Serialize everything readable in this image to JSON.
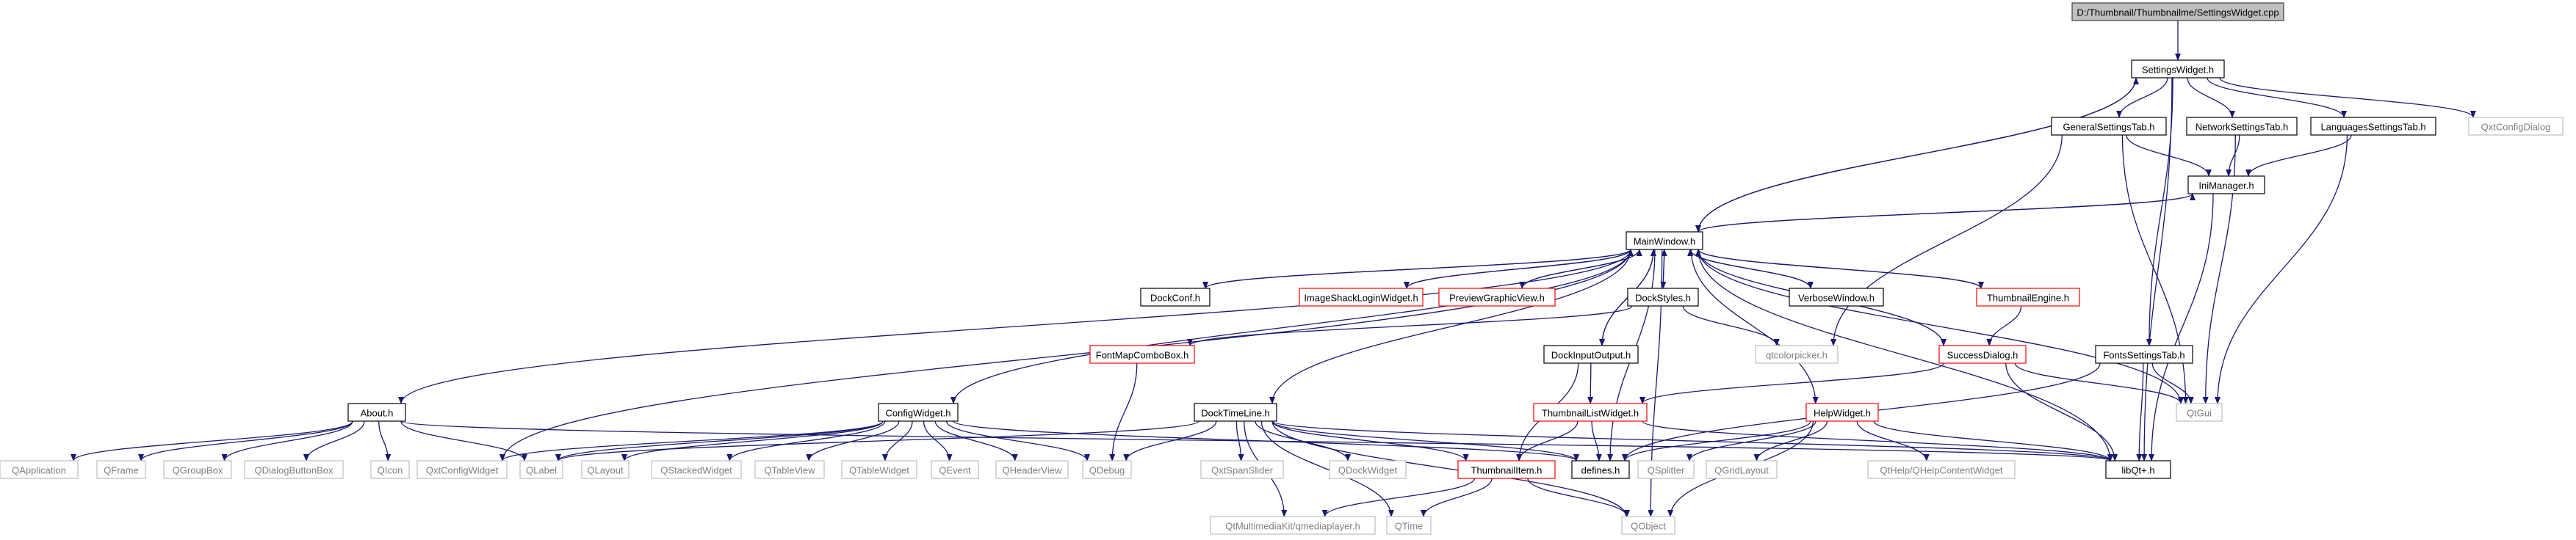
{
  "nodes": [
    {
      "id": "root",
      "label": "D:/Thumbnail/Thumbnailme/SettingsWidget.cpp",
      "style": "root"
    },
    {
      "id": "settingswidget",
      "label": "SettingsWidget.h",
      "style": "normal"
    },
    {
      "id": "generaltab",
      "label": "GeneralSettingsTab.h",
      "style": "normal"
    },
    {
      "id": "networktab",
      "label": "NetworkSettingsTab.h",
      "style": "normal"
    },
    {
      "id": "languagestab",
      "label": "LanguagesSettingsTab.h",
      "style": "normal"
    },
    {
      "id": "qxtconfigdialog",
      "label": "QxtConfigDialog",
      "style": "external"
    },
    {
      "id": "inimanager",
      "label": "IniManager.h",
      "style": "normal"
    },
    {
      "id": "mainwindow",
      "label": "MainWindow.h",
      "style": "normal"
    },
    {
      "id": "dockconf",
      "label": "DockConf.h",
      "style": "normal"
    },
    {
      "id": "imageshack",
      "label": "ImageShackLoginWidget.h",
      "style": "truncated"
    },
    {
      "id": "previewgraphic",
      "label": "PreviewGraphicView.h",
      "style": "truncated"
    },
    {
      "id": "dockstyles",
      "label": "DockStyles.h",
      "style": "normal"
    },
    {
      "id": "verbosewindow",
      "label": "VerboseWindow.h",
      "style": "normal"
    },
    {
      "id": "thumbnailengine",
      "label": "ThumbnailEngine.h",
      "style": "truncated"
    },
    {
      "id": "fontmapcombo",
      "label": "FontMapComboBox.h",
      "style": "truncated"
    },
    {
      "id": "qtcolorpicker",
      "label": "qtcolorpicker.h",
      "style": "external"
    },
    {
      "id": "successdialog",
      "label": "SuccessDialog.h",
      "style": "truncated"
    },
    {
      "id": "fontssettingstab",
      "label": "FontsSettingsTab.h",
      "style": "normal"
    },
    {
      "id": "dockinputoutput",
      "label": "DockInputOutput.h",
      "style": "normal"
    },
    {
      "id": "about",
      "label": "About.h",
      "style": "normal"
    },
    {
      "id": "configwidget",
      "label": "ConfigWidget.h",
      "style": "normal"
    },
    {
      "id": "docktimeline",
      "label": "DockTimeLine.h",
      "style": "normal"
    },
    {
      "id": "thumbnaillistwidget",
      "label": "ThumbnailListWidget.h",
      "style": "truncated"
    },
    {
      "id": "helpwidget",
      "label": "HelpWidget.h",
      "style": "truncated"
    },
    {
      "id": "qtgui",
      "label": "QtGui",
      "style": "external"
    },
    {
      "id": "qapplication",
      "label": "QApplication",
      "style": "external"
    },
    {
      "id": "qframe",
      "label": "QFrame",
      "style": "external"
    },
    {
      "id": "qgroupbox",
      "label": "QGroupBox",
      "style": "external"
    },
    {
      "id": "qdialogbuttonbox",
      "label": "QDialogButtonBox",
      "style": "external"
    },
    {
      "id": "qicon",
      "label": "QIcon",
      "style": "external"
    },
    {
      "id": "qxtconfigwidget",
      "label": "QxtConfigWidget",
      "style": "external"
    },
    {
      "id": "qlabel",
      "label": "QLabel",
      "style": "external"
    },
    {
      "id": "qlayout",
      "label": "QLayout",
      "style": "external"
    },
    {
      "id": "qstackedwidget",
      "label": "QStackedWidget",
      "style": "external"
    },
    {
      "id": "qtableview",
      "label": "QTableView",
      "style": "external"
    },
    {
      "id": "qtablewidget",
      "label": "QTableWidget",
      "style": "external"
    },
    {
      "id": "qevent",
      "label": "QEvent",
      "style": "external"
    },
    {
      "id": "qheaderview",
      "label": "QHeaderView",
      "style": "external"
    },
    {
      "id": "qdebug",
      "label": "QDebug",
      "style": "external"
    },
    {
      "id": "qxtspanslider",
      "label": "QxtSpanSlider",
      "style": "external"
    },
    {
      "id": "qdockwidget",
      "label": "QDockWidget",
      "style": "external"
    },
    {
      "id": "thumbnailitem",
      "label": "ThumbnailItem.h",
      "style": "truncated"
    },
    {
      "id": "defines",
      "label": "defines.h",
      "style": "normal"
    },
    {
      "id": "qsplitter",
      "label": "QSplitter",
      "style": "external"
    },
    {
      "id": "qgridlayout",
      "label": "QGridLayout",
      "style": "external"
    },
    {
      "id": "qthelp",
      "label": "QtHelp/QHelpContentWidget",
      "style": "external"
    },
    {
      "id": "libqt",
      "label": "libQt+.h",
      "style": "normal"
    },
    {
      "id": "qtmultimedia",
      "label": "QtMultimediaKit/qmediaplayer.h",
      "style": "external"
    },
    {
      "id": "qtime",
      "label": "QTime",
      "style": "external"
    },
    {
      "id": "qobject",
      "label": "QObject",
      "style": "external"
    }
  ],
  "edges": [
    [
      "root",
      "settingswidget"
    ],
    [
      "settingswidget",
      "generaltab"
    ],
    [
      "settingswidget",
      "networktab"
    ],
    [
      "settingswidget",
      "languagestab"
    ],
    [
      "settingswidget",
      "qxtconfigdialog"
    ],
    [
      "settingswidget",
      "mainwindow"
    ],
    [
      "settingswidget",
      "fontssettingstab"
    ],
    [
      "settingswidget",
      "libqt"
    ],
    [
      "generaltab",
      "inimanager"
    ],
    [
      "generaltab",
      "qtgui"
    ],
    [
      "generaltab",
      "qtcolorpicker"
    ],
    [
      "networktab",
      "inimanager"
    ],
    [
      "networktab",
      "qtgui"
    ],
    [
      "languagestab",
      "inimanager"
    ],
    [
      "languagestab",
      "qtgui"
    ],
    [
      "inimanager",
      "mainwindow"
    ],
    [
      "inimanager",
      "libqt"
    ],
    [
      "mainwindow",
      "settingswidget"
    ],
    [
      "mainwindow",
      "inimanager"
    ],
    [
      "mainwindow",
      "dockconf"
    ],
    [
      "mainwindow",
      "imageshack"
    ],
    [
      "mainwindow",
      "previewgraphic"
    ],
    [
      "mainwindow",
      "dockstyles"
    ],
    [
      "mainwindow",
      "verbosewindow"
    ],
    [
      "mainwindow",
      "thumbnailengine"
    ],
    [
      "mainwindow",
      "successdialog"
    ],
    [
      "mainwindow",
      "dockinputoutput"
    ],
    [
      "mainwindow",
      "about"
    ],
    [
      "mainwindow",
      "configwidget"
    ],
    [
      "mainwindow",
      "docktimeline"
    ],
    [
      "mainwindow",
      "helpwidget"
    ],
    [
      "mainwindow",
      "qtgui"
    ],
    [
      "mainwindow",
      "libqt"
    ],
    [
      "mainwindow",
      "defines"
    ],
    [
      "mainwindow",
      "qxtconfigwidget"
    ],
    [
      "mainwindow",
      "qobject"
    ],
    [
      "dockconf",
      "mainwindow"
    ],
    [
      "imageshack",
      "mainwindow"
    ],
    [
      "previewgraphic",
      "mainwindow"
    ],
    [
      "dockstyles",
      "mainwindow"
    ],
    [
      "dockstyles",
      "fontmapcombo"
    ],
    [
      "dockstyles",
      "qtcolorpicker"
    ],
    [
      "verbosewindow",
      "mainwindow"
    ],
    [
      "thumbnailengine",
      "mainwindow"
    ],
    [
      "thumbnailengine",
      "successdialog"
    ],
    [
      "dockinputoutput",
      "mainwindow"
    ],
    [
      "dockinputoutput",
      "thumbnaillistwidget"
    ],
    [
      "dockinputoutput",
      "thumbnailitem"
    ],
    [
      "fontmapcombo",
      "qdebug"
    ],
    [
      "successdialog",
      "thumbnaillistwidget"
    ],
    [
      "successdialog",
      "libqt"
    ],
    [
      "successdialog",
      "qtgui"
    ],
    [
      "fontssettingstab",
      "qtgui"
    ],
    [
      "fontssettingstab",
      "libqt"
    ],
    [
      "fontssettingstab",
      "defines"
    ],
    [
      "about",
      "qapplication"
    ],
    [
      "about",
      "qframe"
    ],
    [
      "about",
      "qgroupbox"
    ],
    [
      "about",
      "qdialogbuttonbox"
    ],
    [
      "about",
      "qicon"
    ],
    [
      "about",
      "qlabel"
    ],
    [
      "about",
      "libqt"
    ],
    [
      "configwidget",
      "qxtconfigwidget"
    ],
    [
      "configwidget",
      "qlabel"
    ],
    [
      "configwidget",
      "qlayout"
    ],
    [
      "configwidget",
      "qstackedwidget"
    ],
    [
      "configwidget",
      "qtableview"
    ],
    [
      "configwidget",
      "qtablewidget"
    ],
    [
      "configwidget",
      "qevent"
    ],
    [
      "configwidget",
      "qheaderview"
    ],
    [
      "configwidget",
      "qdebug"
    ],
    [
      "configwidget",
      "defines"
    ],
    [
      "docktimeline",
      "qdebug"
    ],
    [
      "docktimeline",
      "qxtspanslider"
    ],
    [
      "docktimeline",
      "qdockwidget"
    ],
    [
      "docktimeline",
      "thumbnailitem"
    ],
    [
      "docktimeline",
      "defines"
    ],
    [
      "docktimeline",
      "qtmultimedia"
    ],
    [
      "docktimeline",
      "qtime"
    ],
    [
      "docktimeline",
      "qobject"
    ],
    [
      "docktimeline",
      "libqt"
    ],
    [
      "docktimeline",
      "qlabel"
    ],
    [
      "thumbnaillistwidget",
      "thumbnailitem"
    ],
    [
      "thumbnaillistwidget",
      "defines"
    ],
    [
      "thumbnaillistwidget",
      "libqt"
    ],
    [
      "thumbnailitem",
      "qtmultimedia"
    ],
    [
      "thumbnailitem",
      "qtime"
    ],
    [
      "thumbnailitem",
      "qobject"
    ],
    [
      "helpwidget",
      "defines"
    ],
    [
      "helpwidget",
      "qsplitter"
    ],
    [
      "helpwidget",
      "qgridlayout"
    ],
    [
      "helpwidget",
      "qthelp"
    ],
    [
      "helpwidget",
      "libqt"
    ],
    [
      "helpwidget",
      "qobject"
    ]
  ],
  "colors": {
    "edge": "#191970",
    "normal_border": "#000000",
    "truncated_border": "#ff0000",
    "external_border": "#bfbfbf",
    "external_text": "#7f7f7f",
    "root_fill": "#bfbfbf",
    "root_border": "#404040"
  }
}
